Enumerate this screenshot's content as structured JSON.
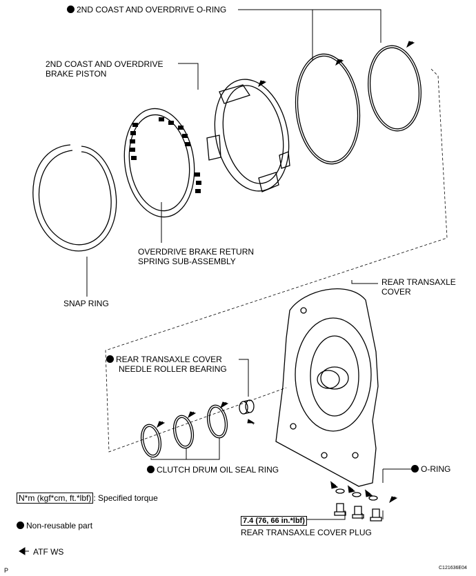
{
  "labels": {
    "coast_oring": "2ND COAST AND OVERDRIVE O-RING",
    "brake_piston_1": "2ND COAST AND OVERDRIVE",
    "brake_piston_2": "BRAKE PISTON",
    "return_spring_1": "OVERDRIVE BRAKE RETURN",
    "return_spring_2": "SPRING SUB-ASSEMBLY",
    "snap_ring": "SNAP RING",
    "rear_cover_1": "REAR TRANSAXLE",
    "rear_cover_2": "COVER",
    "bearing_1": "REAR TRANSAXLE COVER",
    "bearing_2": "NEEDLE ROLLER BEARING",
    "oil_seal": "CLUTCH DRUM OIL SEAL RING",
    "oring": "O-RING",
    "torque_spec": "7.4 (76, 66 in.*lbf)",
    "cover_plug": "REAR TRANSAXLE COVER PLUG"
  },
  "legend": {
    "torque_unit": "N*m (kgf*cm, ft.*lbf)",
    "torque_desc": ": Specified torque",
    "non_reusable": "Non-reusable part",
    "atf": "ATF WS"
  },
  "corner_left": "P",
  "figure_code": "C121636E04"
}
